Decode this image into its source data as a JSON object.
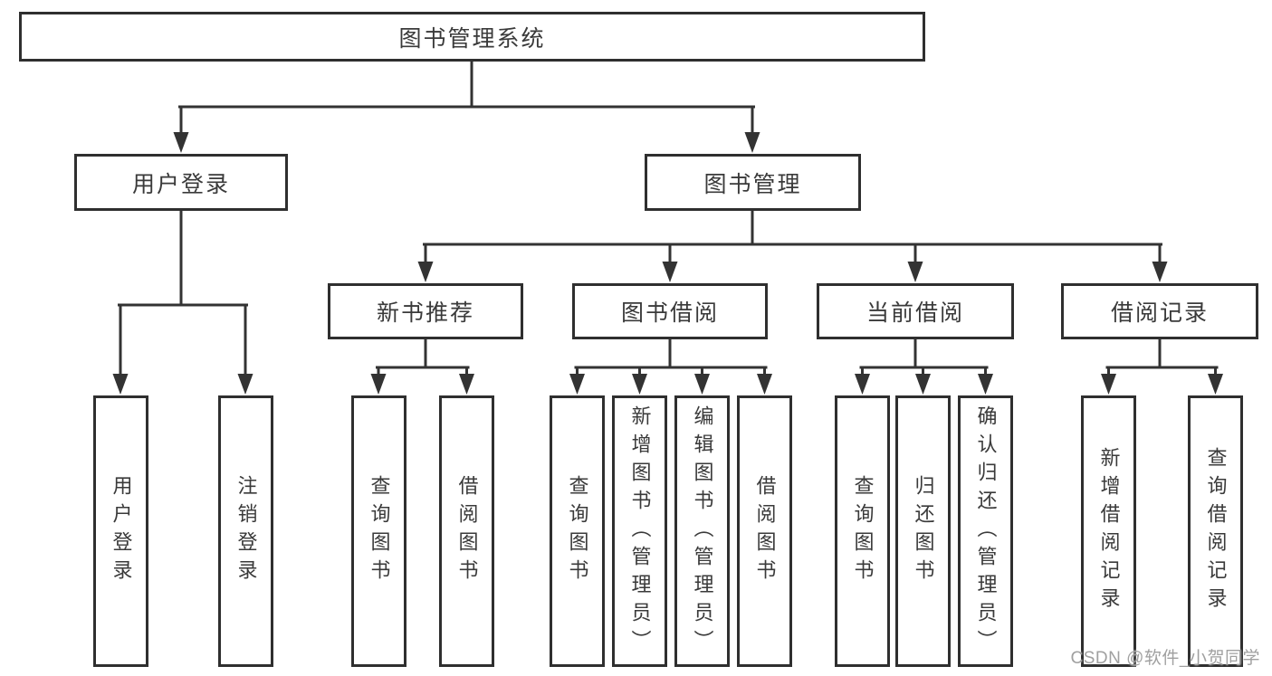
{
  "title": "图书管理系统",
  "watermark": "CSDN @软件_小贺同学",
  "colors": {
    "background": "#ffffff",
    "box_border": "#2f2f2f",
    "connector_line": "#333333",
    "text": "#3a3a3a",
    "watermark_text": "#a0a0a0"
  },
  "tree": {
    "label": "图书管理系统",
    "children": [
      {
        "label": "用户登录",
        "children": [
          {
            "label": "用户登录"
          },
          {
            "label": "注销登录"
          }
        ]
      },
      {
        "label": "图书管理",
        "children": [
          {
            "label": "新书推荐",
            "children": [
              {
                "label": "查询图书"
              },
              {
                "label": "借阅图书"
              }
            ]
          },
          {
            "label": "图书借阅",
            "children": [
              {
                "label": "查询图书"
              },
              {
                "label": "新增图书（管理员）"
              },
              {
                "label": "编辑图书（管理员）"
              },
              {
                "label": "借阅图书"
              }
            ]
          },
          {
            "label": "当前借阅",
            "children": [
              {
                "label": "查询图书"
              },
              {
                "label": "归还图书"
              },
              {
                "label": "确认归还（管理员）"
              }
            ]
          },
          {
            "label": "借阅记录",
            "children": [
              {
                "label": "新增借阅记录"
              },
              {
                "label": "查询借阅记录"
              }
            ]
          }
        ]
      }
    ]
  }
}
